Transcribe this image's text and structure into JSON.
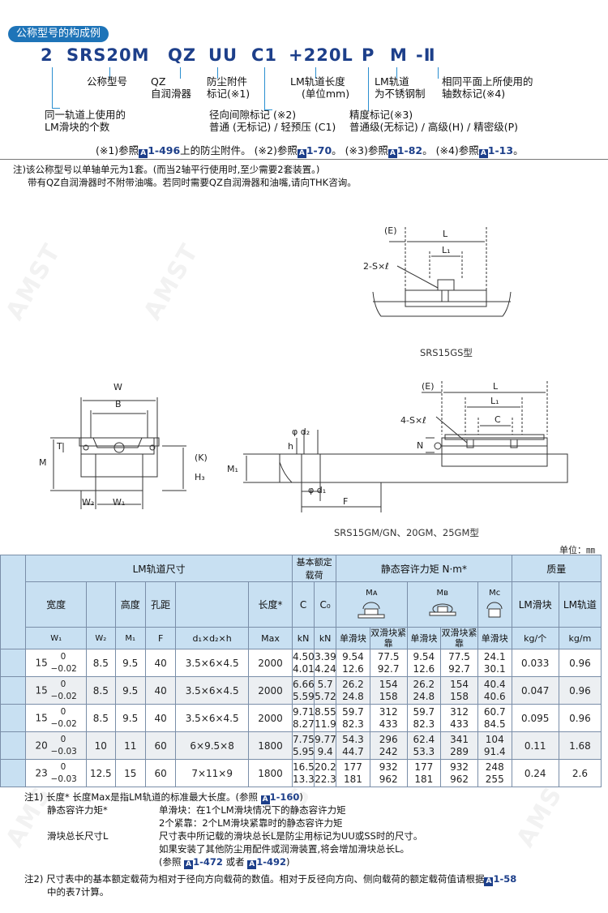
{
  "header": {
    "tag": "公称型号的构成例"
  },
  "code": [
    "2",
    "SRS20M",
    "QZ",
    "UU",
    "C1",
    "+220L",
    "P",
    "M",
    "-Ⅱ"
  ],
  "labels": {
    "nominal": "公称型号",
    "qz": [
      "QZ",
      "自润滑器"
    ],
    "seal": [
      "防尘附件",
      "标记(※1)"
    ],
    "length": [
      "LM轨道长度",
      "(单位mm)"
    ],
    "stainless": [
      "LM轨道",
      "为不锈钢制"
    ],
    "axes": [
      "相同平面上所使用的",
      "轴数标记(※4)"
    ],
    "count": [
      "同一轨道上使用的",
      "LM滑块的个数"
    ],
    "clearance": [
      "径向间隙标记 (※2)",
      "普通 (无标记) / 轻预压 (C1)"
    ],
    "accuracy": [
      "精度标记(※3)",
      "普通级(无标记) / 高级(H) / 精密级(P)"
    ]
  },
  "refs": {
    "r1a": "(※1)参照",
    "r1b": "1-496",
    "r1c": "上的防尘附件。",
    "r2a": "(※2)参照",
    "r2b": "1-70",
    "r2c": "。",
    "r3a": "(※3)参照",
    "r3b": "1-82",
    "r3c": "。",
    "r4a": "(※4)参照",
    "r4b": "1-13",
    "r4c": "。",
    "block": "A"
  },
  "note_top": [
    "注)该公称型号以单轴单元为1套。(而当2轴平行使用时,至少需要2套装置。)",
    "带有QZ自润滑器时不附带油嘴。若同时需要QZ自润滑器和油嘴,请向THK咨询。"
  ],
  "drawing": {
    "cap_top": "SRS15GS型",
    "cap_bottom": "SRS15GM/GN、20GM、25GM型",
    "dims": {
      "E": "(E)",
      "L": "L",
      "L1": "L₁",
      "S2": "2-S×ℓ",
      "S4": "4-S×ℓ",
      "C": "C",
      "N": "N",
      "W": "W",
      "B": "B",
      "T": "T",
      "K": "(K)",
      "M": "M",
      "H3": "H₃",
      "W2": "W₂",
      "W1": "W₁",
      "h": "h",
      "d2": "φ d₂",
      "M1": "M₁",
      "d1": "φ d₁",
      "F": "F"
    }
  },
  "unit": "单位：㎜",
  "table": {
    "group_rail": "LM轨道尺寸",
    "group_load": "基本额定载荷",
    "group_moment": "静态容许力矩 N·m*",
    "group_mass": "质量",
    "h_width": "宽度",
    "h_height": "高度",
    "h_pitch": "孔距",
    "h_length": "长度*",
    "h_C": "C",
    "h_C0": "C₀",
    "h_MA": "Mᴀ",
    "h_MB": "Mʙ",
    "h_MC": "Mᴄ",
    "h_block": "LM滑块",
    "h_rail": "LM轨道",
    "h_W1": "W₁",
    "h_W2": "W₂",
    "h_M1": "M₁",
    "h_F": "F",
    "h_dh": "d₁×d₂×h",
    "h_max": "Max",
    "h_kN": "kN",
    "h_kN2": "kN",
    "h_single": "单滑块",
    "h_double": "双滑块紧靠",
    "h_single2": "单滑块",
    "h_double2": "双滑块紧靠",
    "h_single3": "单滑块",
    "h_kgper": "kg/个",
    "h_kgm": "kg/m",
    "rows": [
      {
        "w1": "15",
        "tu": "0",
        "tl": "−0.02",
        "w2": "8.5",
        "m1": "9.5",
        "f": "40",
        "dh": "3.5×6×4.5",
        "max": "2000",
        "c": [
          "4.50",
          "4.01"
        ],
        "c0": [
          "3.39",
          "4.24"
        ],
        "mas": [
          "9.54",
          "12.6"
        ],
        "mad": [
          "77.5",
          "92.7"
        ],
        "mbs": [
          "9.54",
          "12.6"
        ],
        "mbd": [
          "77.5",
          "92.7"
        ],
        "mc": [
          "24.1",
          "30.1"
        ],
        "kg": "0.033",
        "kgm": "0.96"
      },
      {
        "w1": "15",
        "tu": "0",
        "tl": "−0.02",
        "w2": "8.5",
        "m1": "9.5",
        "f": "40",
        "dh": "3.5×6×4.5",
        "max": "2000",
        "c": [
          "6.66",
          "5.59"
        ],
        "c0": [
          "5.7",
          "5.72"
        ],
        "mas": [
          "26.2",
          "24.8"
        ],
        "mad": [
          "154",
          "158"
        ],
        "mbs": [
          "26.2",
          "24.8"
        ],
        "mbd": [
          "154",
          "158"
        ],
        "mc": [
          "40.4",
          "40.6"
        ],
        "kg": "0.047",
        "kgm": "0.96"
      },
      {
        "w1": "15",
        "tu": "0",
        "tl": "−0.02",
        "w2": "8.5",
        "m1": "9.5",
        "f": "40",
        "dh": "3.5×6×4.5",
        "max": "2000",
        "c": [
          "9.71",
          "8.27"
        ],
        "c0": [
          "8.55",
          "11.9"
        ],
        "mas": [
          "59.7",
          "82.3"
        ],
        "mad": [
          "312",
          "433"
        ],
        "mbs": [
          "59.7",
          "82.3"
        ],
        "mbd": [
          "312",
          "433"
        ],
        "mc": [
          "60.7",
          "84.5"
        ],
        "kg": "0.095",
        "kgm": "0.96"
      },
      {
        "w1": "20",
        "tu": "0",
        "tl": "−0.03",
        "w2": "10",
        "m1": "11",
        "f": "60",
        "dh": "6×9.5×8",
        "max": "1800",
        "c": [
          "7.75",
          "5.95"
        ],
        "c0": [
          "9.77",
          "9.4"
        ],
        "mas": [
          "54.3",
          "44.7"
        ],
        "mad": [
          "296",
          "242"
        ],
        "mbs": [
          "62.4",
          "53.3"
        ],
        "mbd": [
          "341",
          "289"
        ],
        "mc": [
          "104",
          "91.4"
        ],
        "kg": "0.11",
        "kgm": "1.68"
      },
      {
        "w1": "23",
        "tu": "0",
        "tl": "−0.03",
        "w2": "12.5",
        "m1": "15",
        "f": "60",
        "dh": "7×11×9",
        "max": "1800",
        "c": [
          "16.5",
          "13.3"
        ],
        "c0": [
          "20.2",
          "22.3"
        ],
        "mas": [
          "177",
          "181"
        ],
        "mad": [
          "932",
          "962"
        ],
        "mbs": [
          "177",
          "181"
        ],
        "mbd": [
          "932",
          "962"
        ],
        "mc": [
          "248",
          "255"
        ],
        "kg": "0.24",
        "kgm": "2.6"
      }
    ]
  },
  "footnotes": {
    "n1a": "注1) 长度*  长度Max是指LM轨道的标准最大长度。(参照 ",
    "n1b": "1-160",
    "n1c": ")",
    "moment_label": "静态容许力矩*",
    "moment1": "单滑块：在1个LM滑块情况下的静态容许力矩",
    "moment2": "2个紧靠：2个LM滑块紧靠时的静态容许力矩",
    "len_label": "滑块总长尺寸L",
    "len1": "尺寸表中所记载的滑块总长L是防尘用标记为UU或SS时的尺寸。",
    "len2": "如果安装了其他防尘用配件或润滑装置,将会增加滑块总长L。",
    "len3a": "(参照 ",
    "len3b": "1-472",
    "len3c": " 或者 ",
    "len3d": "1-492",
    "len3e": ")",
    "n2a": "注2) 尺寸表中的基本额定载荷为相对于径向方向载荷的数值。相对于反径向方向、侧向载荷的额定载荷值请根据",
    "n2b": "1-58",
    "n2c": "中的表7计算。"
  }
}
